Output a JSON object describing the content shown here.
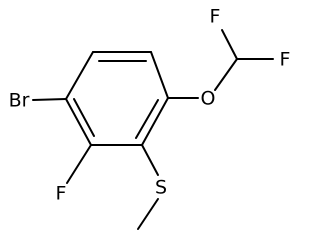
{
  "molecule": {
    "atoms": {
      "br": "Br",
      "f_ring": "F",
      "s": "S",
      "o": "O",
      "f_top_left": "F",
      "f_top_right": "F"
    },
    "colors": {
      "bond": "#000000",
      "label": "#000000",
      "background": "#ffffff"
    }
  }
}
